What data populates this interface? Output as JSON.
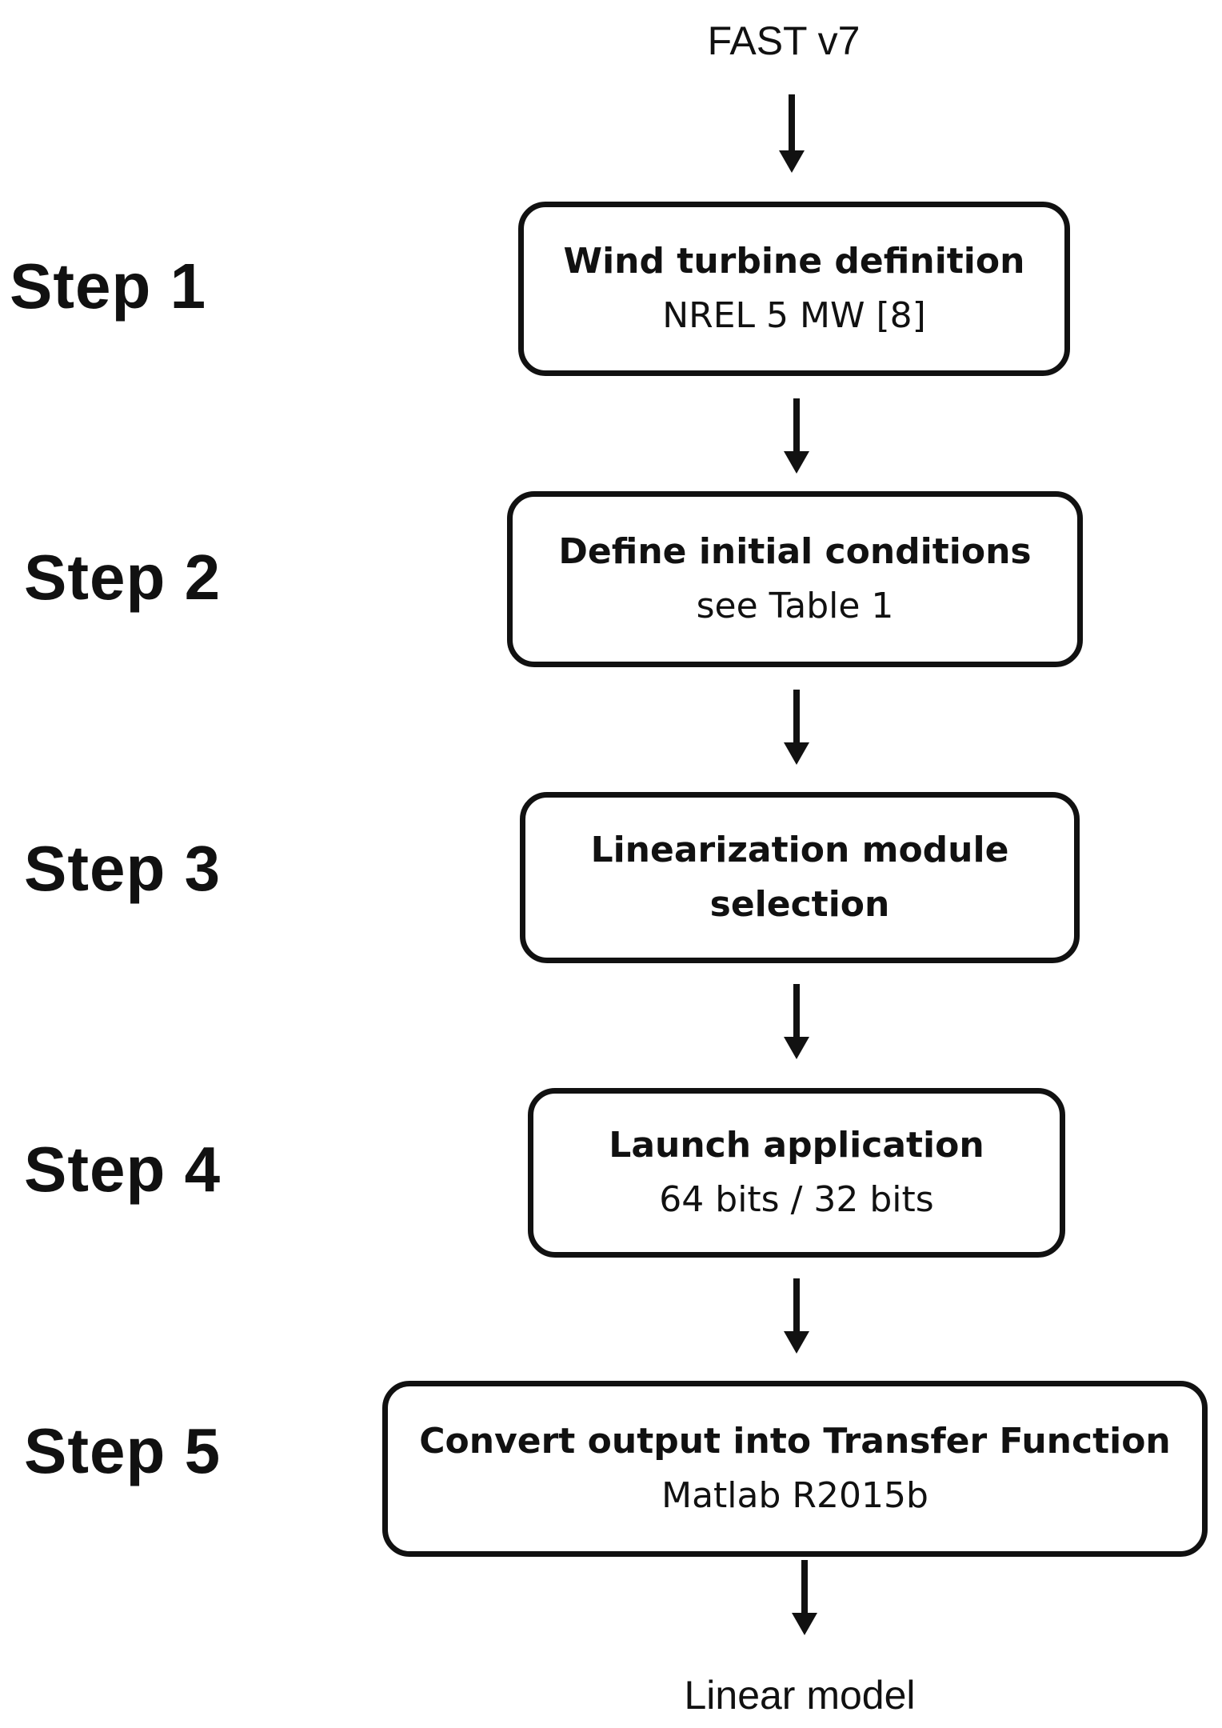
{
  "input_label": "FAST v7",
  "output_label": "Linear model",
  "steps": [
    {
      "label": "Step 1",
      "title": "Wind turbine definition",
      "subtitle": "NREL 5 MW [8]"
    },
    {
      "label": "Step 2",
      "title": "Define initial conditions",
      "subtitle": "see Table 1"
    },
    {
      "label": "Step 3",
      "title": "Linearization module",
      "subtitle": "selection"
    },
    {
      "label": "Step 4",
      "title": "Launch application",
      "subtitle": "64 bits / 32 bits"
    },
    {
      "label": "Step 5",
      "title": "Convert output into Transfer Function",
      "subtitle": "Matlab R2015b"
    }
  ],
  "colors": {
    "stroke": "#111111",
    "background": "#ffffff"
  }
}
